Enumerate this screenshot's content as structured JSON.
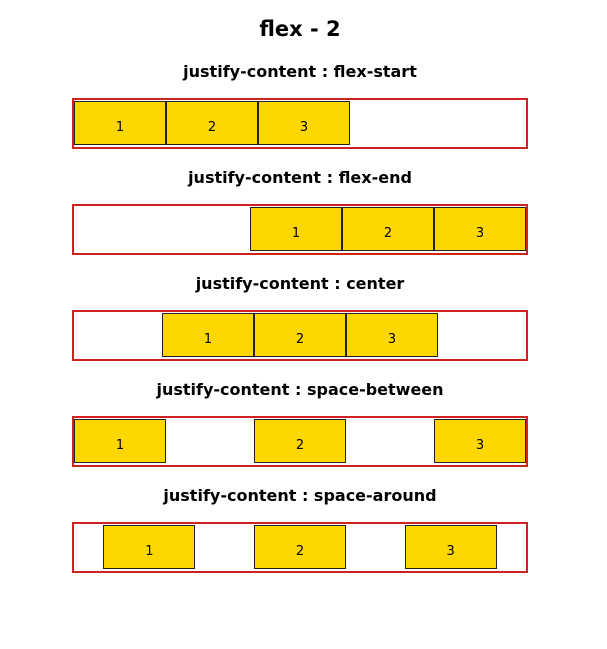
{
  "page": {
    "title": "flex - 2"
  },
  "colors": {
    "container_border": "#cc2222",
    "item_fill": "#ffd700",
    "item_border": "#222222"
  },
  "sections": [
    {
      "title": "justify-content : flex-start",
      "items": [
        "1",
        "2",
        "3"
      ]
    },
    {
      "title": "justify-content : flex-end",
      "items": [
        "1",
        "2",
        "3"
      ]
    },
    {
      "title": "justify-content : center",
      "items": [
        "1",
        "2",
        "3"
      ]
    },
    {
      "title": "justify-content : space-between",
      "items": [
        "1",
        "2",
        "3"
      ]
    },
    {
      "title": "justify-content : space-around",
      "items": [
        "1",
        "2",
        "3"
      ]
    }
  ]
}
